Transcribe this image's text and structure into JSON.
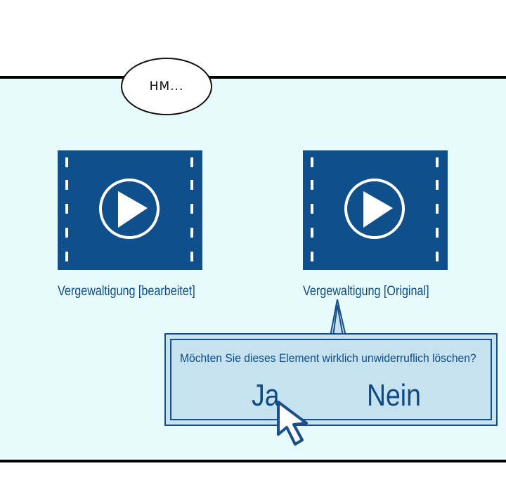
{
  "speech_bubble": {
    "text": "HM..."
  },
  "videos": [
    {
      "label": "Vergewaltigung [bearbeitet]",
      "icon": "video-play-icon"
    },
    {
      "label": "Vergewaltigung [Original]",
      "icon": "video-play-icon"
    }
  ],
  "dialog": {
    "question": "Möchten Sie dieses Element wirklich unwiderruflich löschen?",
    "yes_label": "Ja",
    "no_label": "Nein"
  },
  "colors": {
    "panel_bg": "#e7fbfd",
    "accent": "#0d4a86",
    "dialog_bg": "#c6e2ee"
  },
  "cursor": {
    "icon": "mouse-pointer-icon"
  }
}
